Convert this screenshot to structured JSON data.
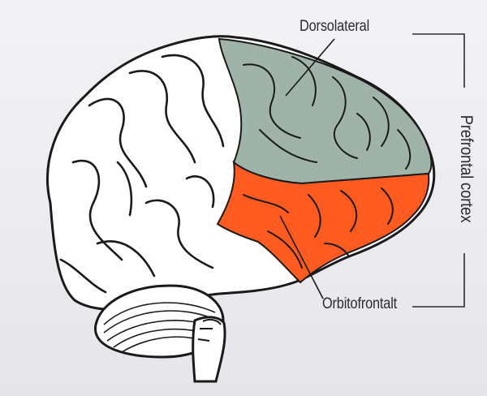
{
  "labels": {
    "dorsolateral": "Dorsolateral",
    "orbitofrontal": "Orbitofrontalt",
    "prefrontal_cortex": "Prefrontal cortex"
  },
  "colors": {
    "background": "#eeeef2",
    "dorsolateral_region": "#9fb3a8",
    "orbitofrontal_region": "#ff5a1f",
    "outline": "#1a1a1a",
    "brain_fill": "#ffffff"
  }
}
